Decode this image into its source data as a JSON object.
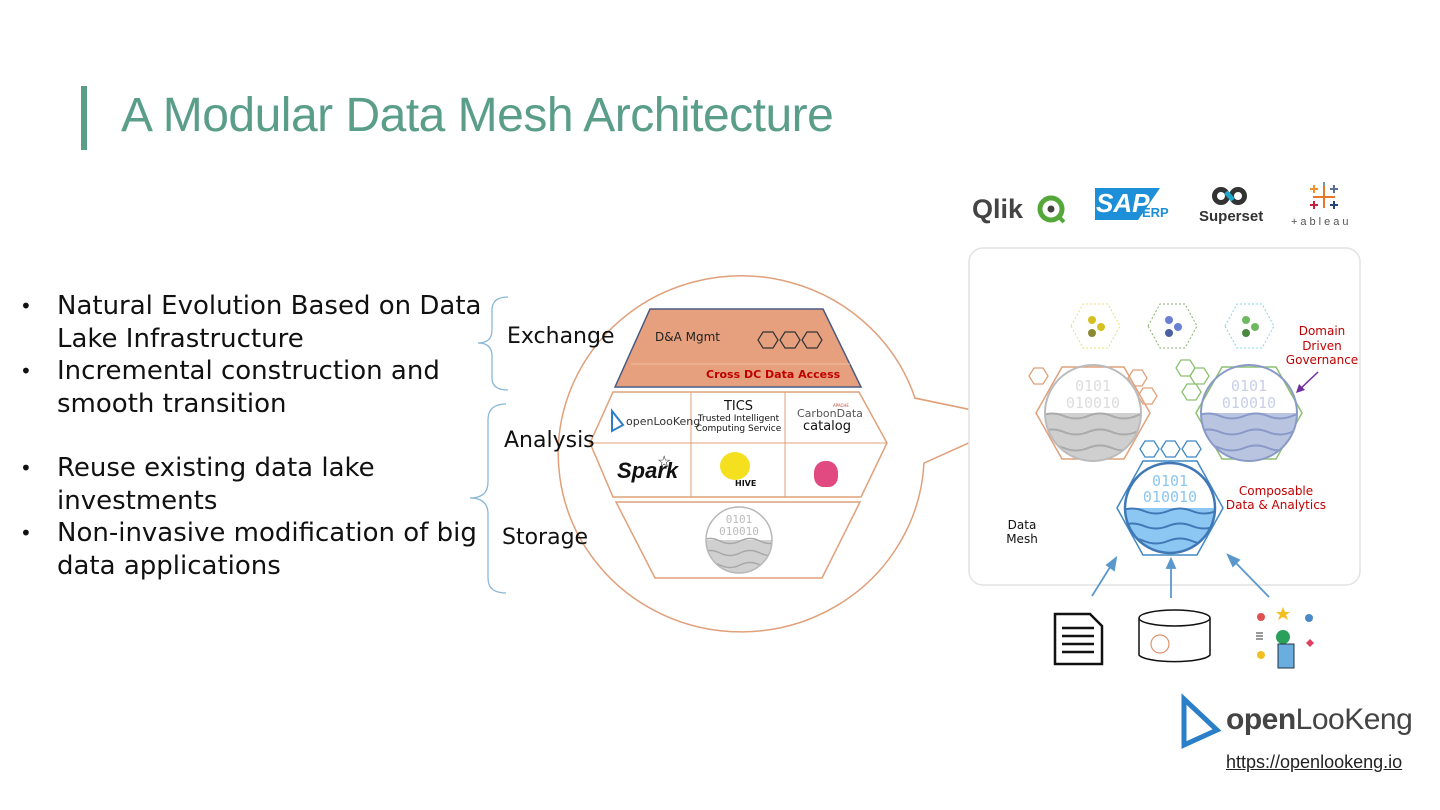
{
  "title": "A Modular Data Mesh Architecture",
  "bullets": [
    {
      "line1": "Natural Evolution Based on Data",
      "line2": "Lake Infrastructure"
    },
    {
      "line1": "Incremental construction and",
      "line2": "smooth transition"
    },
    {
      "line1": "Reuse existing data lake",
      "line2": "investments"
    },
    {
      "line1": "Non-invasive modification of big",
      "line2": "data applications"
    }
  ],
  "layers": {
    "exchange": "Exchange",
    "analysis": "Analysis",
    "storage": "Storage"
  },
  "zoom_diagram": {
    "mgmt_label": "D&A Mgmt",
    "cross_dc_label": "Cross DC Data Access",
    "analysis_cells": {
      "openlookeng_logo": "openLooKeng",
      "tics_title": "TICS",
      "tics_line1": "Trusted Intelligent",
      "tics_line2": "Computing Service",
      "carbondata_logo": "CarbonData",
      "carbondata_apache": "APACHE",
      "carbondata_sub": "catalog",
      "spark_logo": "Spark",
      "hive_logo": "HIVE",
      "flink_logo": "flink"
    },
    "lake_bits_top": "0101",
    "lake_bits_bottom": "010010"
  },
  "tool_logos": {
    "qlik": "Qlik",
    "sap": "SAP",
    "sap_erp": "ERP",
    "superset": "Superset",
    "tableau": "+ableau"
  },
  "mesh": {
    "label_line1": "Data",
    "label_line2": "Mesh",
    "governance_line1": "Domain",
    "governance_line2": "Driven",
    "governance_line3": "Governance",
    "composable_line1": "Composable",
    "composable_line2": "Data & Analytics",
    "bits_top": "0101",
    "bits_bottom": "010010"
  },
  "sources": [
    "document-icon",
    "database-icon",
    "user-interaction-icon"
  ],
  "brand": {
    "logo_bold": "open",
    "logo_light": "LooKeng",
    "url": "https://openlookeng.io"
  },
  "colors": {
    "title": "#5a9e89",
    "orange": "#e0a07a",
    "orange_fill": "#e6a07e",
    "red": "#c00000",
    "blue": "#3f88c5",
    "green": "#8dbf72",
    "purple": "#7030a0"
  }
}
